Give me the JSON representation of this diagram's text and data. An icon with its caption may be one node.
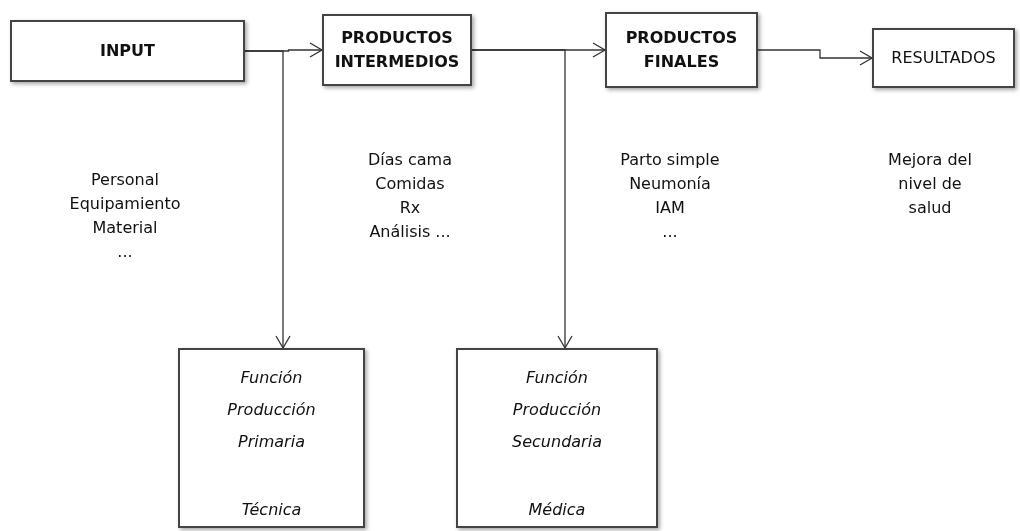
{
  "diagram": {
    "nodes": [
      {
        "text": [
          "INPUT"
        ],
        "beside": [
          "Personal",
          "Equipamiento",
          "Material",
          "..."
        ]
      },
      {
        "text": [
          "PRODUCTOS INTERMEDIOS"
        ],
        "beside": [
          "Días cama",
          "Comidas",
          "Rx",
          "Análisis ..."
        ]
      },
      {
        "text": [
          "PRODUCTOS FINALES"
        ],
        "beside": [
          "Parto simple",
          "Neumonía",
          "IAM",
          "..."
        ]
      },
      {
        "text": [
          "RESULTADOS"
        ]
      },
      {
        "text": [
          "Función Producción Primaria",
          "Técnica"
        ]
      },
      {
        "text": [
          "Función Producción Secundaria",
          "Médica"
        ]
      }
    ],
    "edges": [
      {
        "from": 0,
        "to": 1,
        "arrow": "to"
      },
      {
        "from": 0,
        "to": 4,
        "arrow": "to"
      },
      {
        "from": 1,
        "to": 2,
        "arrow": "to"
      },
      {
        "from": 1,
        "to": 5,
        "arrow": "to"
      },
      {
        "from": 2,
        "to": 3,
        "arrow": "to"
      }
    ],
    "labels": [
      "Mejora del nivel de salud"
    ]
  }
}
